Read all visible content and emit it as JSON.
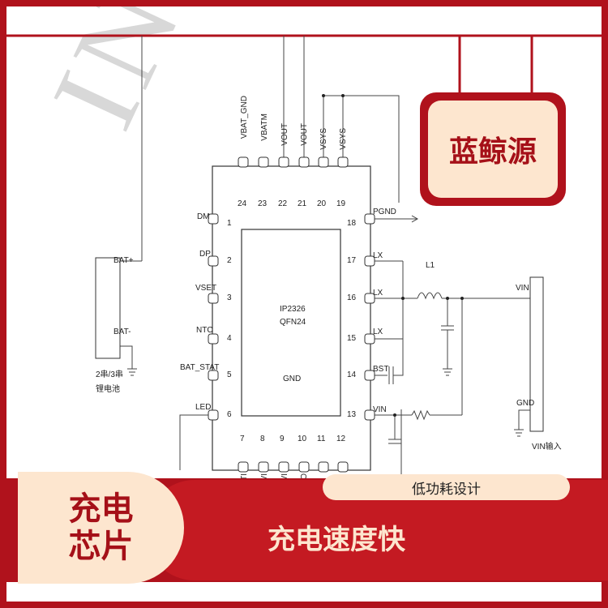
{
  "watermark": "INJO",
  "brand": {
    "name": "蓝鲸源"
  },
  "chip": {
    "name": "IP2326",
    "package": "QFN24",
    "center": "GND"
  },
  "pins_left": [
    {
      "num": "1",
      "label": "DM"
    },
    {
      "num": "2",
      "label": "DP"
    },
    {
      "num": "3",
      "label": "VSET"
    },
    {
      "num": "4",
      "label": "NTC"
    },
    {
      "num": "5",
      "label": "BAT_STAT"
    },
    {
      "num": "6",
      "label": "LED"
    }
  ],
  "pins_right": [
    {
      "num": "18",
      "label": "PGND"
    },
    {
      "num": "17",
      "label": "LX"
    },
    {
      "num": "16",
      "label": "LX"
    },
    {
      "num": "15",
      "label": "LX"
    },
    {
      "num": "14",
      "label": "BST"
    },
    {
      "num": "13",
      "label": "VIN"
    }
  ],
  "pins_top": [
    {
      "num": "24",
      "label": "VBAT_GND"
    },
    {
      "num": "23",
      "label": "VBATM"
    },
    {
      "num": "22",
      "label": "VOUT"
    },
    {
      "num": "21",
      "label": "VOUT"
    },
    {
      "num": "20",
      "label": "VSYS"
    },
    {
      "num": "19",
      "label": "VSYS"
    }
  ],
  "pins_bottom": [
    "7",
    "8",
    "9",
    "10",
    "11",
    "12"
  ],
  "bottom_pin_labels": [
    "TI",
    "VI",
    "VI",
    "CO"
  ],
  "battery": {
    "pos": "BAT+",
    "neg": "BAT-",
    "caption": "2串/3串\n锂电池"
  },
  "inductor": "L1",
  "vin_connector": {
    "vin": "VIN",
    "gnd": "GND",
    "caption": "VIN输入"
  },
  "banner": {
    "side_label": "充电\n芯片",
    "pill": "低功耗设计",
    "headline": "充电速度快"
  }
}
